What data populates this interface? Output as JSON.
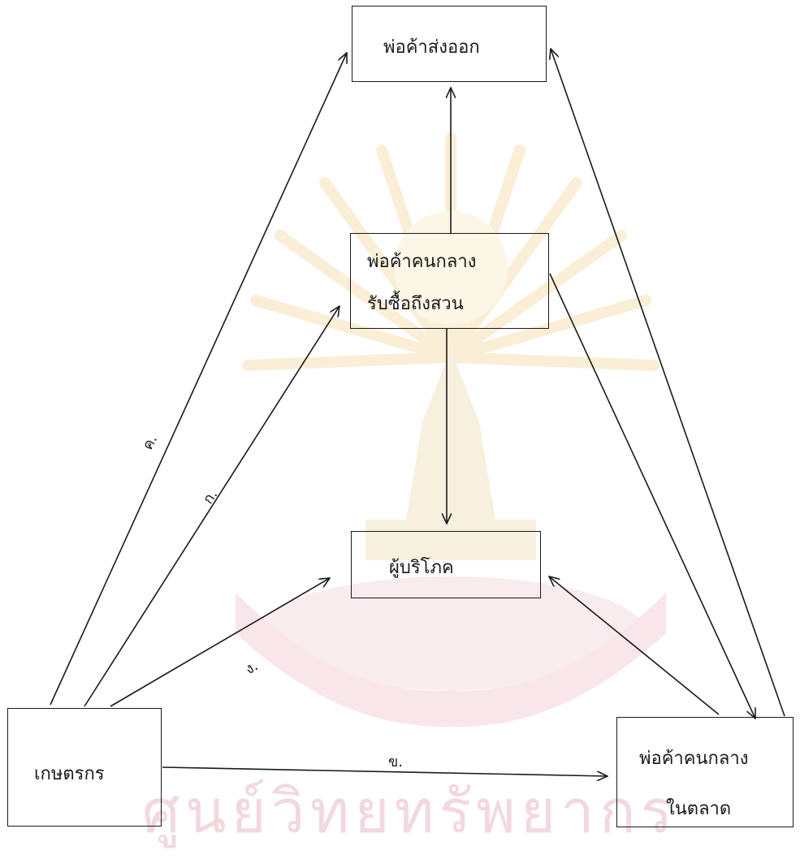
{
  "nodes": {
    "exporter": {
      "label": "พ่อค้าส่งออก"
    },
    "middleman_collector": {
      "line1": "พ่อค้าคนกลาง",
      "line2": "รับซื้อถึงสวน"
    },
    "consumer": {
      "label": "ผู้บริโภค"
    },
    "farmer": {
      "label": "เกษตรกร"
    },
    "market_middleman": {
      "line1": "พ่อค้าคนกลาง",
      "line2": "ในตลาด"
    }
  },
  "edge_labels": {
    "farmer_to_exporter": "ค.",
    "farmer_to_collector": "ก.",
    "farmer_to_consumer": "ง.",
    "farmer_to_market": "ข."
  },
  "watermark": {
    "text": "ศูนย์วิทยทรัพยากร"
  },
  "colors": {
    "ink": "#1a1a1a",
    "watermark_gold": "#f7e3b5",
    "watermark_pink": "#f5dde2"
  }
}
